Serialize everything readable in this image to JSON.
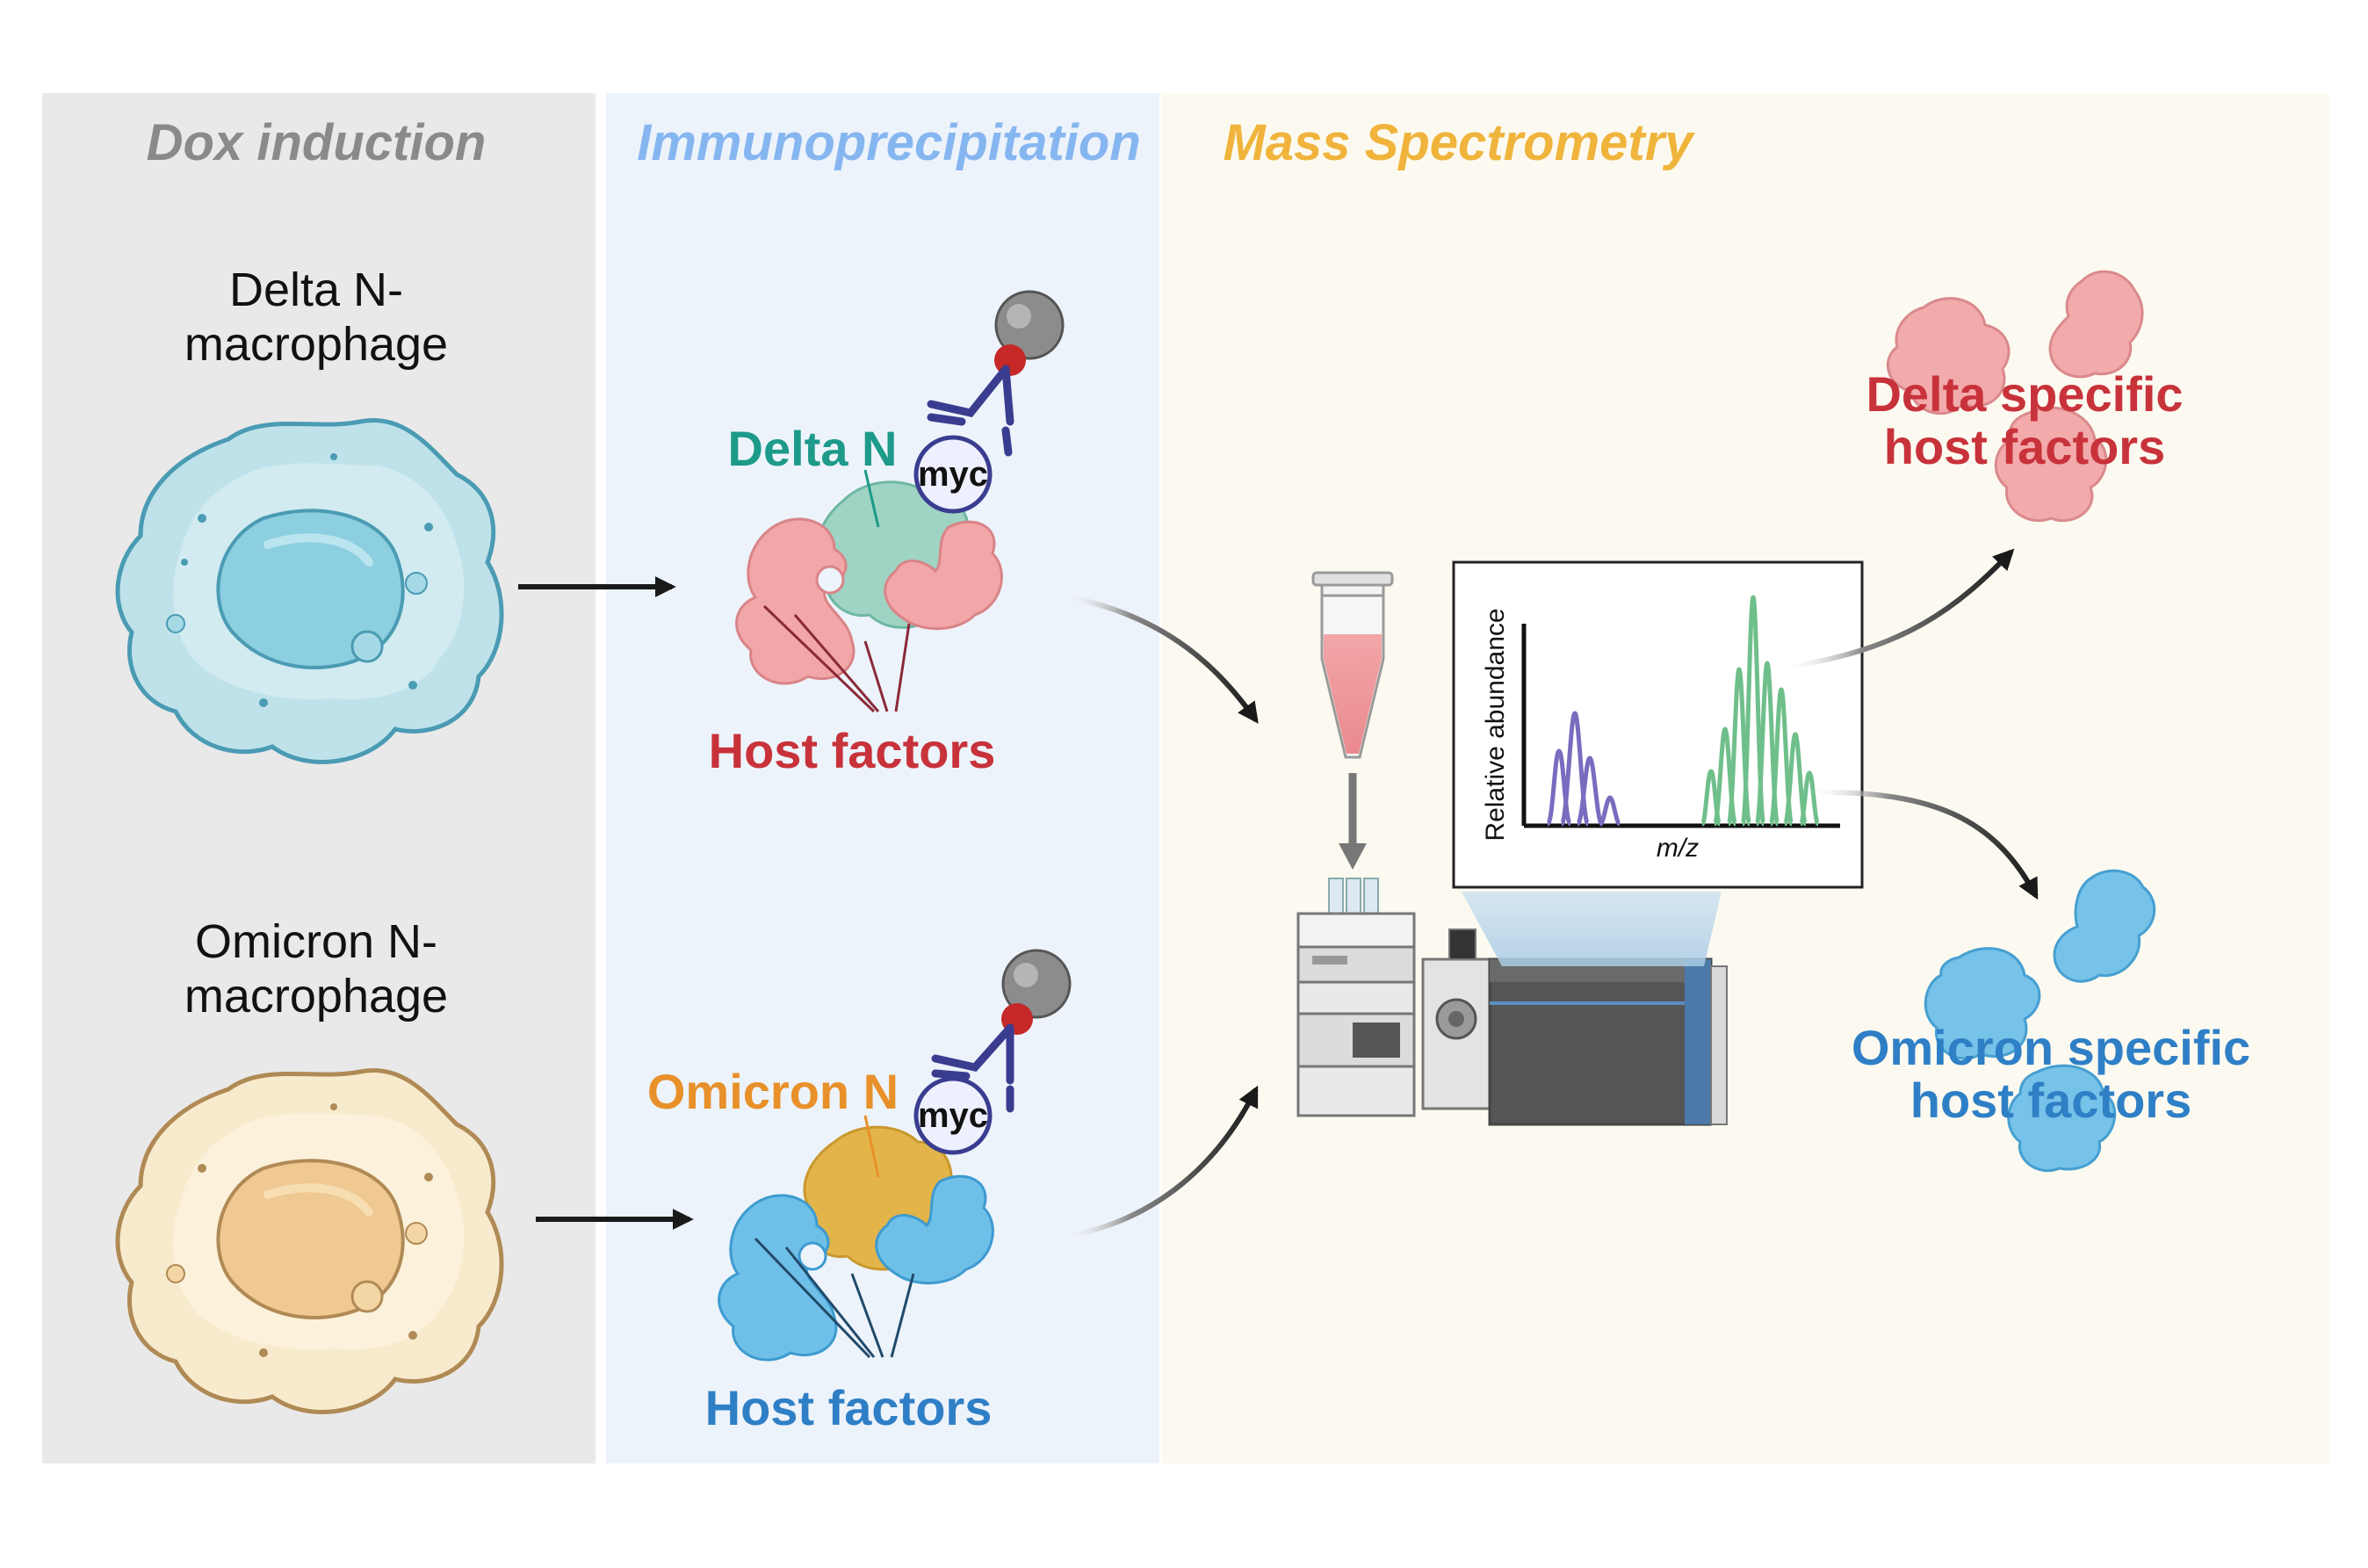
{
  "panels": {
    "dox": {
      "title": "Dox induction",
      "color": "#8a8a8a",
      "bg": "#e9e9e9"
    },
    "ip": {
      "title": "Immunoprecipitation",
      "color": "#86b6f0",
      "bg": "#edf3fb"
    },
    "ms": {
      "title": "Mass Spectrometry",
      "color": "#f0b43c",
      "bg": "#fcfaf0"
    }
  },
  "cells": {
    "delta": {
      "line1": "Delta N-",
      "line2": "macrophage"
    },
    "omicron": {
      "line1": "Omicron N-",
      "line2": "macrophage"
    }
  },
  "ip": {
    "delta_label": "Delta N",
    "delta_color": "#1d9a8a",
    "omicron_label": "Omicron N",
    "omicron_color": "#e8902a",
    "tag": "myc",
    "delta_host": "Host factors",
    "delta_host_color": "#c8323a",
    "omicron_host": "Host factors",
    "omicron_host_color": "#2f7fc6"
  },
  "spectrum": {
    "ylabel": "Relative abundance",
    "xlabel": "m/z"
  },
  "outputs": {
    "delta": {
      "line1": "Delta specific",
      "line2": "host factors",
      "color": "#c8323a"
    },
    "omicron": {
      "line1": "Omicron specific",
      "line2": "host factors",
      "color": "#2f7fc6"
    }
  }
}
